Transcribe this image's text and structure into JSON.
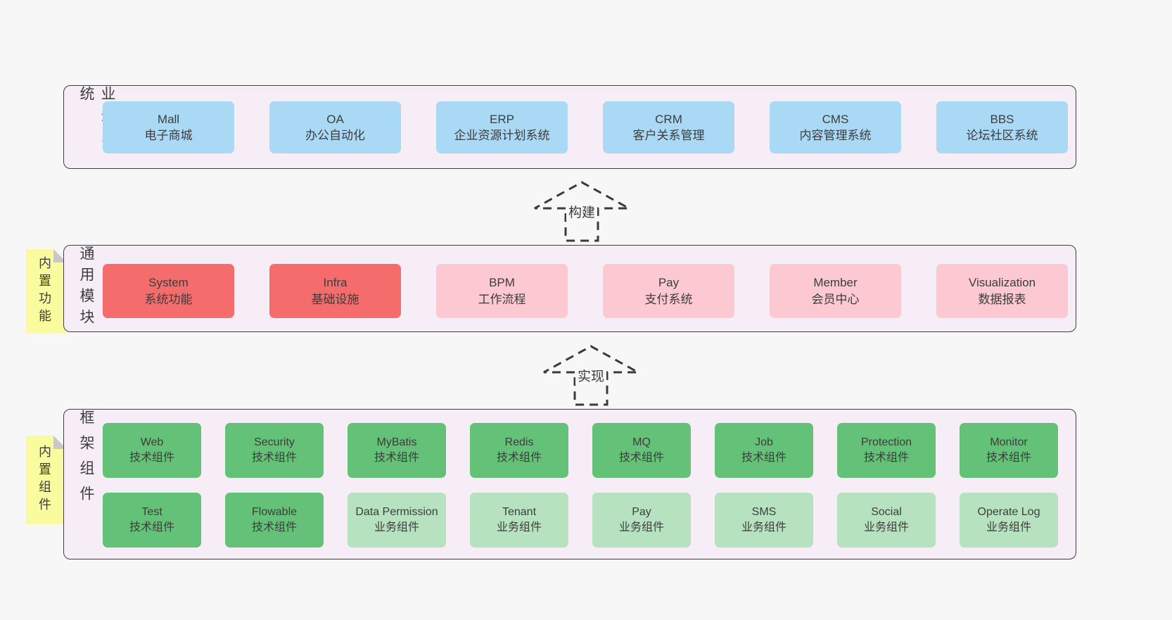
{
  "colors": {
    "pageBg": "#f7f7f7",
    "bandBg": "#f7edf6",
    "bandBorder": "#3f3f3f",
    "text": "#3d3d3d",
    "blue": "#a9d9f4",
    "red": "#f56c6c",
    "pink": "#fcc8d2",
    "green": "#63c277",
    "lightGreen": "#b6e2bf",
    "noteYellow": "#fafa9e",
    "noteFold": "#c8c8c8"
  },
  "sections": {
    "business": {
      "label": "业务系统",
      "boxes": [
        {
          "title": "Mall",
          "subtitle": "电子商城"
        },
        {
          "title": "OA",
          "subtitle": "办公自动化"
        },
        {
          "title": "ERP",
          "subtitle": "企业资源计划系统"
        },
        {
          "title": "CRM",
          "subtitle": "客户关系管理"
        },
        {
          "title": "CMS",
          "subtitle": "内容管理系统"
        },
        {
          "title": "BBS",
          "subtitle": "论坛社区系统"
        }
      ]
    },
    "modules": {
      "label": "通用模块",
      "note": "内置功能",
      "boxes": [
        {
          "title": "System",
          "subtitle": "系统功能"
        },
        {
          "title": "Infra",
          "subtitle": "基础设施"
        },
        {
          "title": "BPM",
          "subtitle": "工作流程"
        },
        {
          "title": "Pay",
          "subtitle": "支付系统"
        },
        {
          "title": "Member",
          "subtitle": "会员中心"
        },
        {
          "title": "Visualization",
          "subtitle": "数据报表"
        }
      ]
    },
    "framework": {
      "label": "框架组件",
      "note": "内置组件",
      "row1": [
        {
          "title": "Web",
          "subtitle": "技术组件"
        },
        {
          "title": "Security",
          "subtitle": "技术组件"
        },
        {
          "title": "MyBatis",
          "subtitle": "技术组件"
        },
        {
          "title": "Redis",
          "subtitle": "技术组件"
        },
        {
          "title": "MQ",
          "subtitle": "技术组件"
        },
        {
          "title": "Job",
          "subtitle": "技术组件"
        },
        {
          "title": "Protection",
          "subtitle": "技术组件"
        },
        {
          "title": "Monitor",
          "subtitle": "技术组件"
        }
      ],
      "row2": [
        {
          "title": "Test",
          "subtitle": "技术组件"
        },
        {
          "title": "Flowable",
          "subtitle": "技术组件"
        },
        {
          "title": "Data Permission",
          "subtitle": "业务组件"
        },
        {
          "title": "Tenant",
          "subtitle": "业务组件"
        },
        {
          "title": "Pay",
          "subtitle": "业务组件"
        },
        {
          "title": "SMS",
          "subtitle": "业务组件"
        },
        {
          "title": "Social",
          "subtitle": "业务组件"
        },
        {
          "title": "Operate Log",
          "subtitle": "业务组件"
        }
      ]
    }
  },
  "arrows": {
    "build": "构建",
    "implement": "实现"
  }
}
